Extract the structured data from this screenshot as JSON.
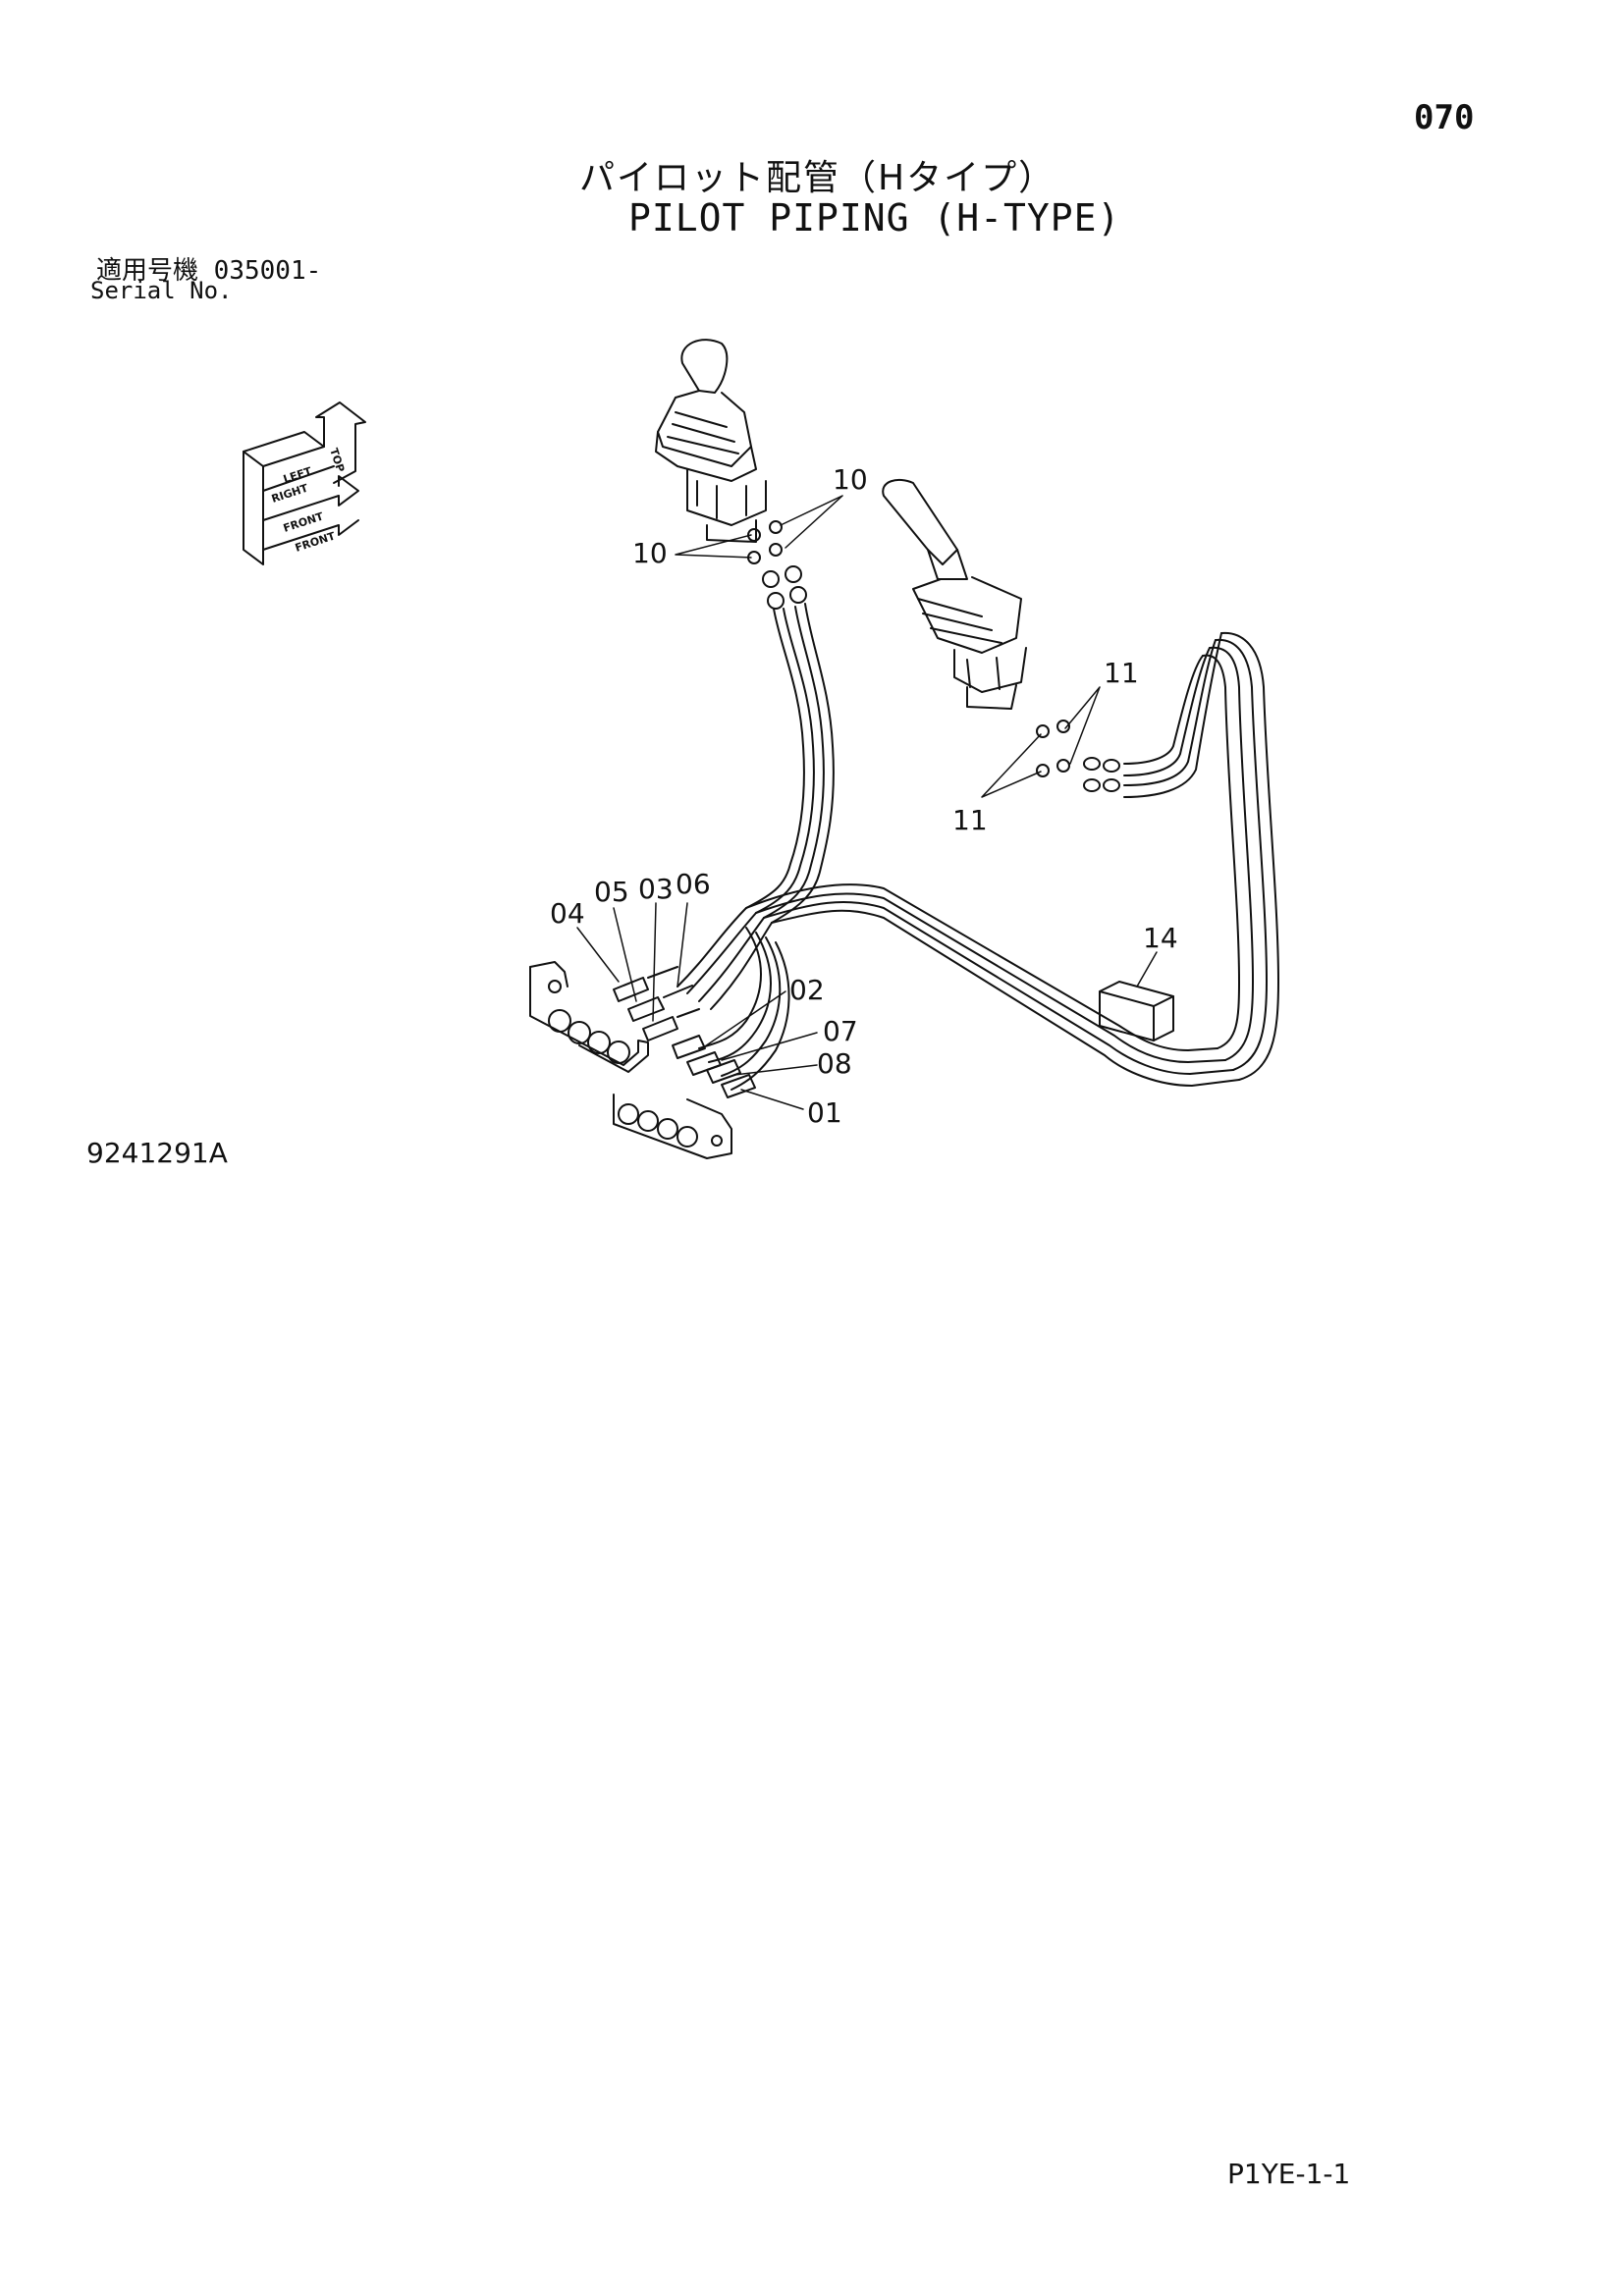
{
  "page_number": "070",
  "title_jp": "パイロット配管（Hタイプ）",
  "title_en": "PILOT PIPING (H-TYPE)",
  "serial_label_jp": "適用号機",
  "serial_value": "035001-",
  "serial_label_en": "Serial No.",
  "drawing_number": "9241291A",
  "page_code": "P1YE-1-1",
  "orientation_labels": {
    "top": "TOP",
    "left": "LEFT",
    "right": "RIGHT",
    "front": "FRONT"
  },
  "callouts": {
    "c10_right": "10",
    "c10_left": "10",
    "c11_top": "11",
    "c11_bottom": "11",
    "c04": "04",
    "c05": "05",
    "c03": "03",
    "c06": "06",
    "c02": "02",
    "c07": "07",
    "c08": "08",
    "c01": "01",
    "c14": "14"
  }
}
